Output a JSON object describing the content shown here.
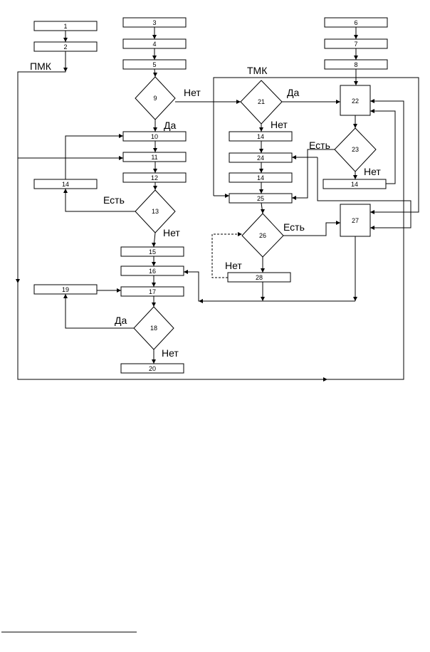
{
  "blocks": {
    "b1": "1",
    "b2": "2",
    "b3": "3",
    "b4": "4",
    "b5": "5",
    "b6": "6",
    "b7": "7",
    "b8": "8",
    "b9": "9",
    "b10": "10",
    "b11": "11",
    "b12": "12",
    "b13": "13",
    "b14a": "14",
    "b15": "15",
    "b16": "16",
    "b17": "17",
    "b18": "18",
    "b19": "19",
    "b20": "20",
    "b21": "21",
    "b14b": "14",
    "b24": "24",
    "b14c": "14",
    "b25": "25",
    "b22": "22",
    "b23": "23",
    "b14d": "14",
    "b26": "26",
    "b27": "27",
    "b28": "28"
  },
  "labels": {
    "pmk": "ПМК",
    "tmk": "ТМК",
    "d9_no": "Нет",
    "d9_yes": "Да",
    "d21_yes": "Да",
    "d21_no": "Нет",
    "d23_has": "Есть",
    "d23_no": "Нет",
    "d13_has": "Есть",
    "d13_no": "Нет",
    "d26_has": "Есть",
    "d26_no": "Нет",
    "d18_yes": "Да",
    "d18_no": "Нет"
  }
}
